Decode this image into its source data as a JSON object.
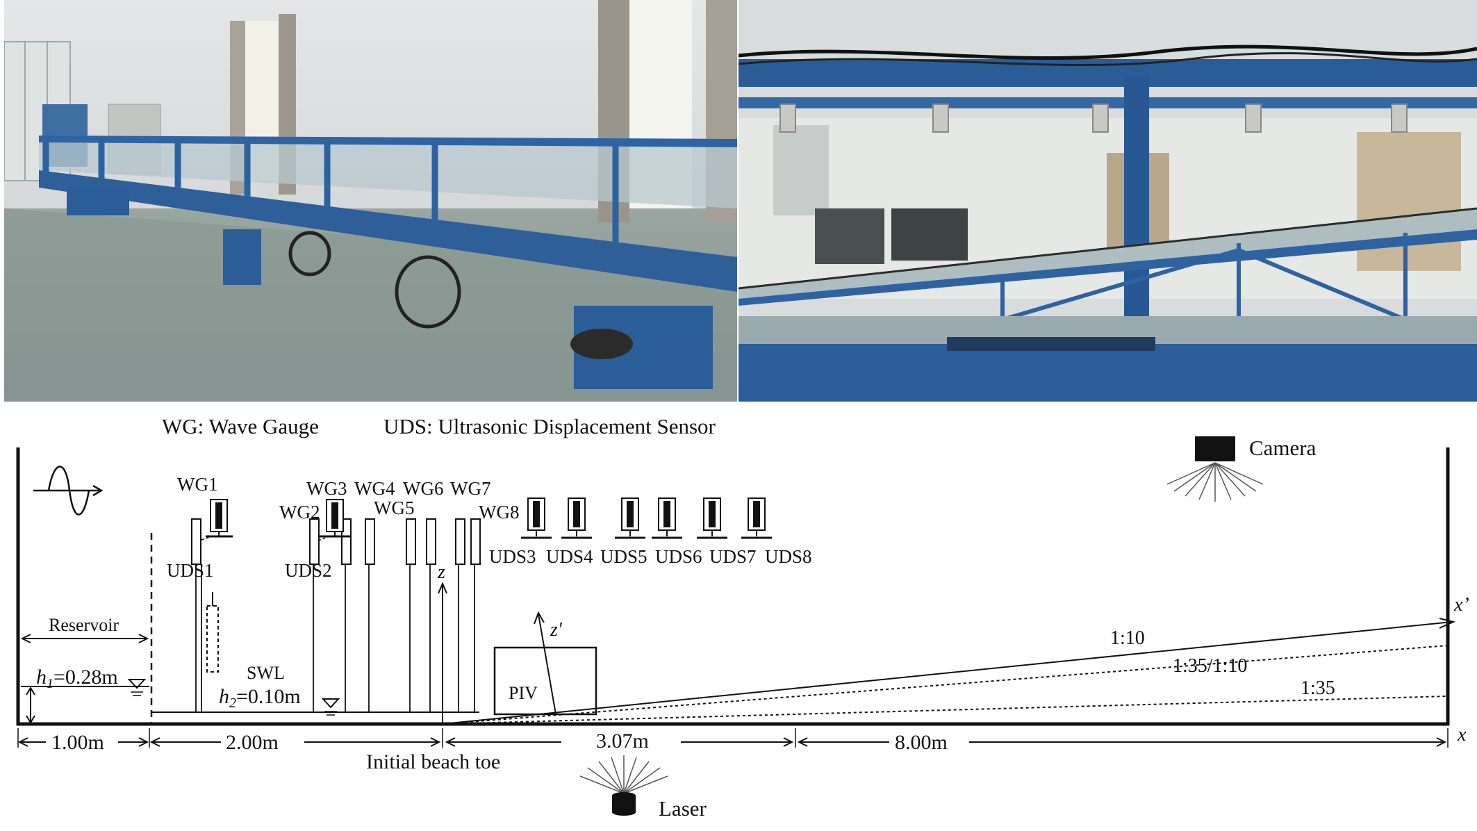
{
  "photos": [
    {
      "subject": "wave flume overview photograph"
    },
    {
      "subject": "sloping beach and sensor frame photograph"
    }
  ],
  "legend": {
    "wg": "WG: Wave Gauge",
    "uds": "UDS: Ultrasonic Displacement Sensor"
  },
  "labels": {
    "camera": "Camera",
    "laser": "Laser",
    "reservoir": "Reservoir",
    "h1": "h",
    "h1_sub": "1",
    "h1_val": "=0.28m",
    "h2": "h",
    "h2_sub": "2",
    "h2_val": "=0.10m",
    "swl": "SWL",
    "piv": "PIV",
    "z": "z",
    "zprime": "z′",
    "x": "x",
    "xprime": "x’",
    "beach_toe": "Initial beach toe"
  },
  "wave_gauges": [
    "WG1",
    "WG2",
    "WG3",
    "WG4",
    "WG5",
    "WG6",
    "WG7",
    "WG8"
  ],
  "uds_sensors": [
    "UDS1",
    "UDS2",
    "UDS3",
    "UDS4",
    "UDS5",
    "UDS6",
    "UDS7",
    "UDS8"
  ],
  "slopes": [
    "1:10",
    "1:35/1:10",
    "1:35"
  ],
  "dimensions": [
    "1.00m",
    "2.00m",
    "3.07m",
    "8.00m"
  ]
}
